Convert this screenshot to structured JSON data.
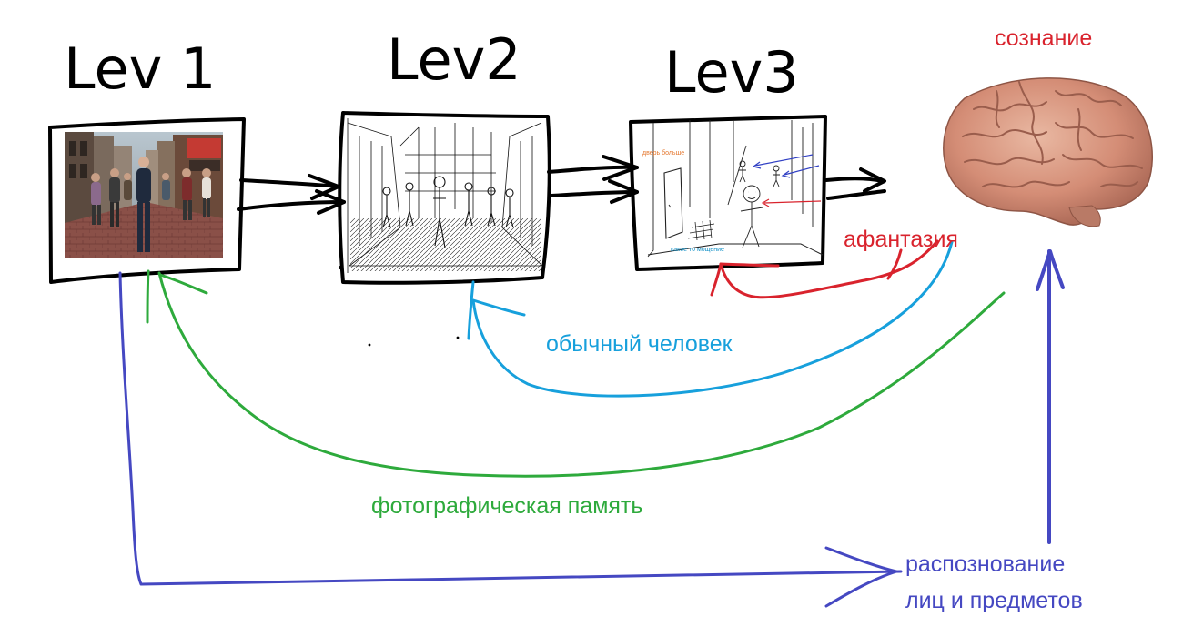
{
  "levels": {
    "lev1": "Lev 1",
    "lev2": "Lev2",
    "lev3": "Lev3"
  },
  "sketch_labels": {
    "door": "дверь больше",
    "paving": "какое то мощение"
  },
  "labels": {
    "consciousness": "сознание",
    "aphantasia": "афантазия",
    "ordinary_person": "обычный человек",
    "photographic_memory": "фотографическая память",
    "recognition_line1": "распознование",
    "recognition_line2": "лиц и предметов"
  },
  "colors": {
    "red": "#d9232d",
    "blue": "#17a0dc",
    "green": "#2eaa3c",
    "indigo": "#4548c2",
    "black": "#000000"
  },
  "icons": [
    "brain-image",
    "street-photo",
    "street-sketch",
    "stick-figure-sketch"
  ]
}
